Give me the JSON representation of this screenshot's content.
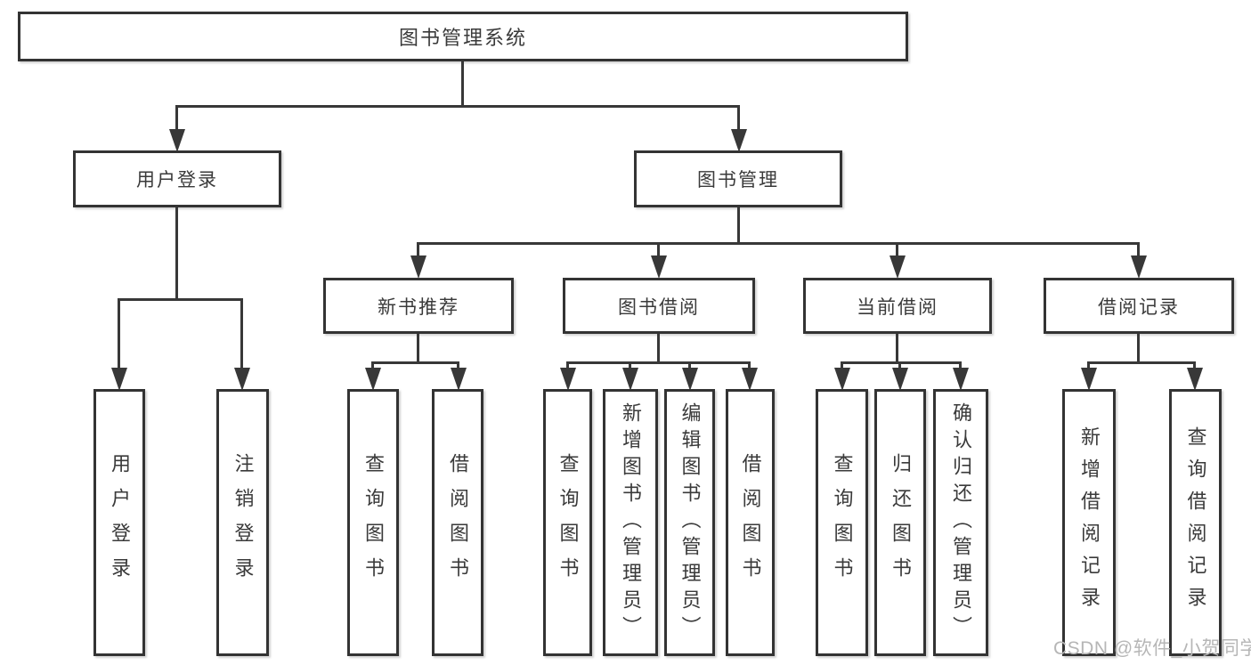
{
  "diagram": {
    "root": {
      "label": "图书管理系统",
      "children": [
        {
          "label": "用户登录",
          "children": [
            {
              "label": "用户登录"
            },
            {
              "label": "注销登录"
            }
          ]
        },
        {
          "label": "图书管理",
          "children": [
            {
              "label": "新书推荐",
              "children": [
                {
                  "label": "查询图书"
                },
                {
                  "label": "借阅图书"
                }
              ]
            },
            {
              "label": "图书借阅",
              "children": [
                {
                  "label": "查询图书"
                },
                {
                  "label": "新增图书（管理员）"
                },
                {
                  "label": "编辑图书（管理员）"
                },
                {
                  "label": "借阅图书"
                }
              ]
            },
            {
              "label": "当前借阅",
              "children": [
                {
                  "label": "查询图书"
                },
                {
                  "label": "归还图书"
                },
                {
                  "label": "确认归还（管理员）"
                }
              ]
            },
            {
              "label": "借阅记录",
              "children": [
                {
                  "label": "新增借阅记录"
                },
                {
                  "label": "查询借阅记录"
                }
              ]
            }
          ]
        }
      ]
    },
    "colors": {
      "line": "#383838",
      "text": "#3a3a3a",
      "watermark": "#b6b6b6"
    }
  },
  "watermark": {
    "text": "CSDN @软件_小贺同学"
  }
}
